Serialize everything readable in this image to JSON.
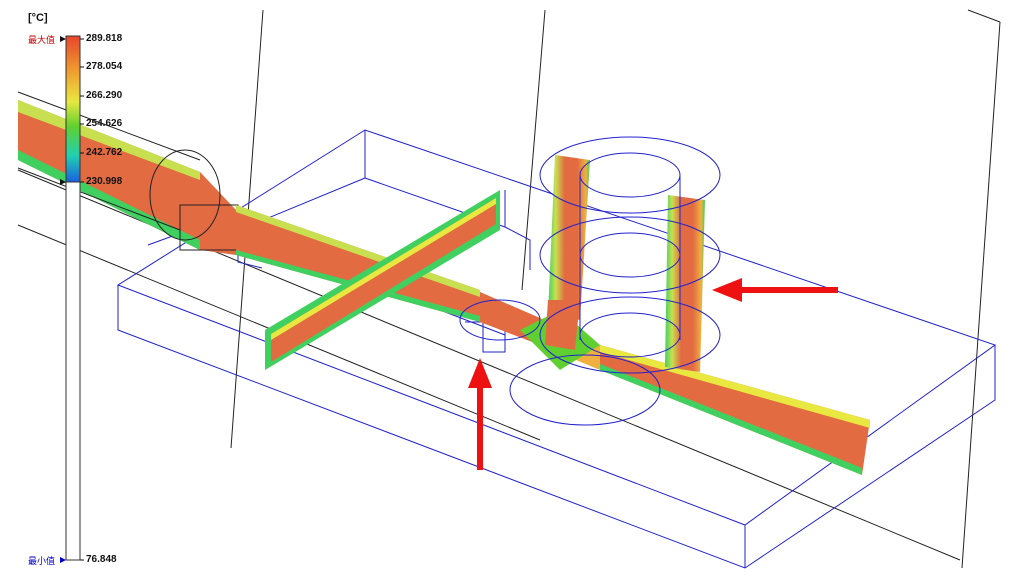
{
  "legend": {
    "unit": "[°C]",
    "max_marker": "最大值",
    "min_marker": "最小值",
    "max_marker_color": "#cc0000",
    "min_marker_color": "#0000cc",
    "min_value": "76.848",
    "ticks": [
      "289.818",
      "278.054",
      "266.290",
      "254.626",
      "242.762",
      "230.998"
    ],
    "gradient_stops": [
      "#e8452c",
      "#f0a030",
      "#e8e840",
      "#60d030",
      "#20d0b0",
      "#1a60e0"
    ]
  },
  "colors": {
    "outline": "#2222cc",
    "frame_lines": "#222222",
    "arrow": "#ee1111",
    "hot": "#e26b42",
    "warm": "#f0b040",
    "mid": "#c8e050",
    "cool": "#40d060"
  }
}
